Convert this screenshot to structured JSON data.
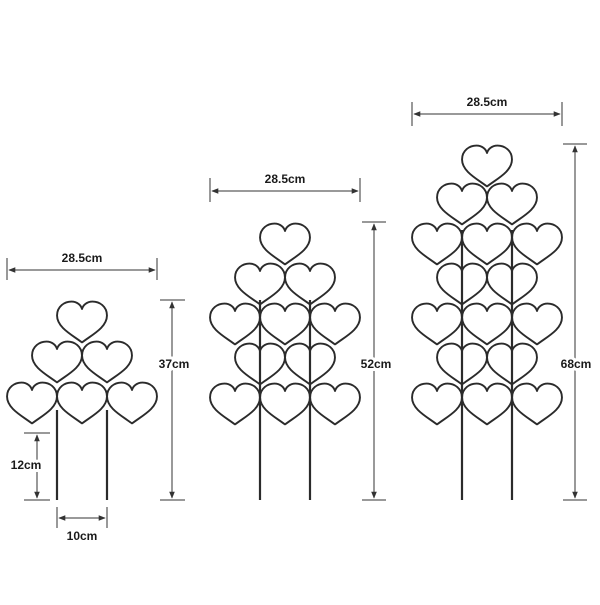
{
  "products": {
    "small": {
      "width_label": "28.5cm",
      "height_label": "37cm",
      "stake_label": "12cm",
      "spacing_label": "10cm"
    },
    "medium": {
      "width_label": "28.5cm",
      "height_label": "52cm"
    },
    "large": {
      "width_label": "28.5cm",
      "height_label": "68cm"
    }
  },
  "colors": {
    "line": "#2b2b2b",
    "dimension": "#333333",
    "background": "#ffffff"
  }
}
